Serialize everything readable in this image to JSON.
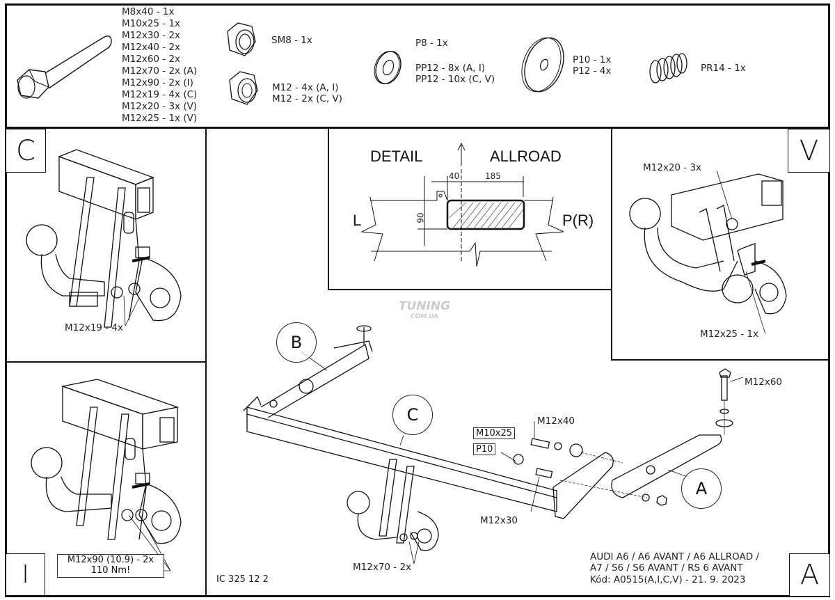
{
  "parts_list": {
    "bolts": [
      "M8x40 - 1x",
      "M10x25 - 1x",
      "M12x30 - 2x",
      "M12x40 - 2x",
      "M12x60 - 2x",
      "M12x70 - 2x (A)",
      "M12x90 - 2x (I)",
      "M12x19 - 4x (C)",
      "M12x20 - 3x (V)",
      "M12x25 - 1x (V)"
    ],
    "self_locking_nut": "SM8 - 1x",
    "nuts": [
      "M12 - 4x (A, I)",
      "M12 - 2x (C, V)"
    ],
    "small_washers": [
      "P8 - 1x",
      "PP12 - 8x (A, I)",
      "PP12 - 10x (C, V)"
    ],
    "large_washers": [
      "P10 - 1x",
      "P12 - 4x"
    ],
    "spring": "PR14 - 1x"
  },
  "panel_c": {
    "letter": "C",
    "callout": "M12x19 - 4x"
  },
  "panel_i": {
    "letter": "I",
    "callout_line1": "M12x90 (10.9) - 2x",
    "callout_line2": "110 Nm!"
  },
  "panel_v": {
    "letter": "V",
    "callout_top": "M12x20 - 3x",
    "callout_bottom": "M12x25 - 1x"
  },
  "detail": {
    "title_left": "DETAIL",
    "title_right": "ALLROAD",
    "dim_40": "40",
    "dim_185": "185",
    "dim_90": "90",
    "side_left": "L",
    "side_right": "P(R)"
  },
  "watermark": {
    "line1": "TUNING",
    "line2": "COM.UA"
  },
  "main": {
    "letter": "A",
    "part_labels": {
      "b": "B",
      "c": "C",
      "a": "A"
    },
    "callouts": {
      "m12x60": "M12x60",
      "m12x40": "M12x40",
      "m10x25": "M10x25",
      "p10": "P10",
      "m12x30": "M12x30",
      "m12x70": "M12x70 - 2x"
    },
    "drawing_code": "IC 325 12 2",
    "vehicle_line1": "AUDI A6 / A6 AVANT / A6 ALLROAD /",
    "vehicle_line2": "A7 / S6 / S6 AVANT / RS 6 AVANT",
    "code_line": "Kód: A0515(A,I,C,V) - 21. 9. 2023"
  }
}
